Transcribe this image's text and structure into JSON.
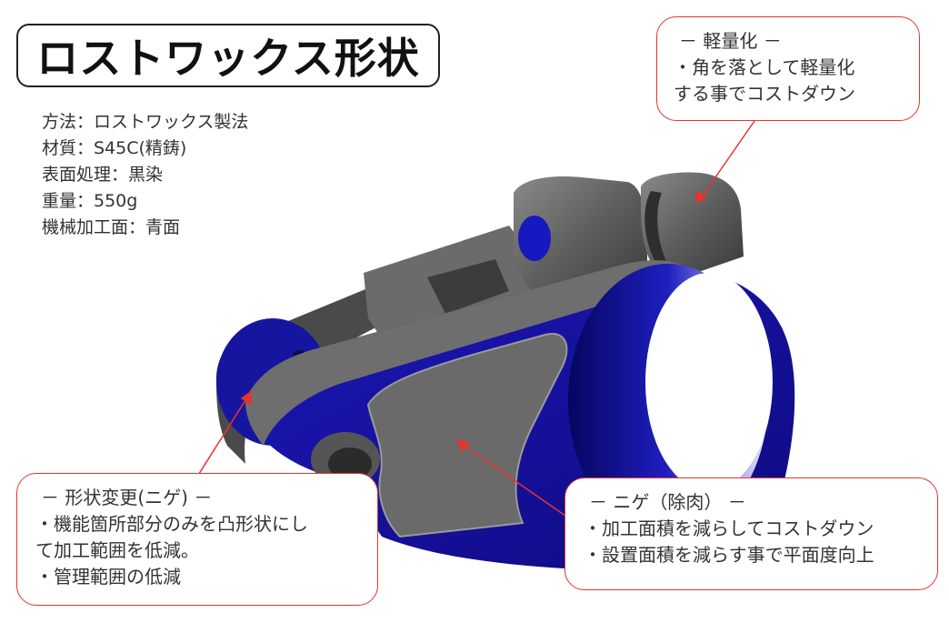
{
  "title": "ロストワックス形状",
  "specs": [
    "方法：ロストワックス製法",
    "材質：S45C(精鋳)",
    "表面処理：黒染",
    "重量：550g",
    "機械加工面：青面"
  ],
  "callouts": {
    "lightweight": {
      "heading": "－ 軽量化 －",
      "lines": [
        "・角を落として軽量化",
        "する事でコストダウン"
      ]
    },
    "shape_change": {
      "heading": "－ 形状変更(ニゲ) －",
      "lines": [
        "・機能箇所部分のみを凸形状にし",
        "て加工範囲を低減。",
        "・管理範囲の低減"
      ]
    },
    "recess": {
      "heading": "－ ニゲ（除肉） －",
      "lines": [
        "・加工面積を減らしてコストダウン",
        "・設置面積を減らす事で平面度向上"
      ]
    }
  },
  "colors": {
    "machined_blue": "#1a14a8",
    "body_gray": "#5a5a5a",
    "callout_red": "#e8332e"
  }
}
